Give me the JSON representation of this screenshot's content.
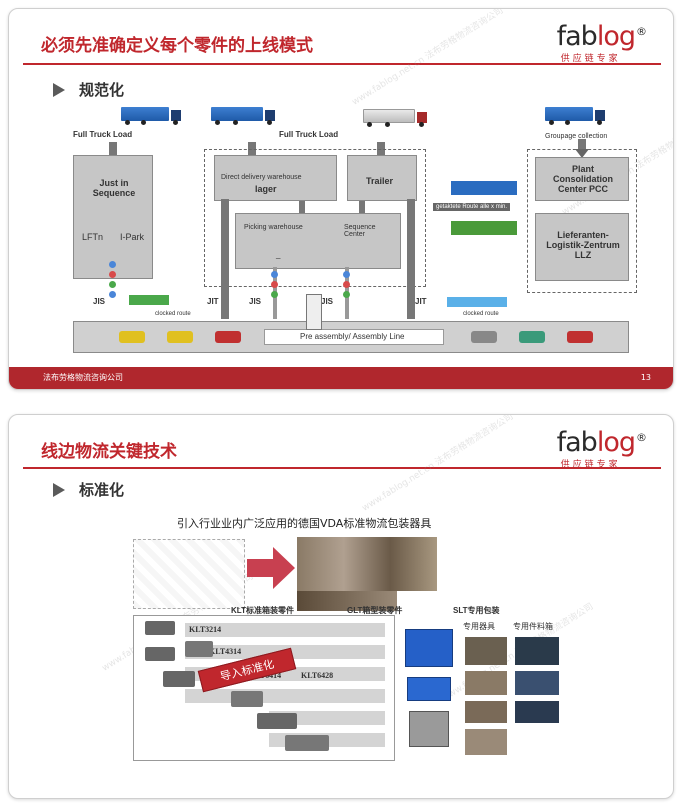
{
  "slide1": {
    "title": "必须先准确定义每个零件的上线模式",
    "section": "规范化",
    "logo": {
      "brand_a": "fab",
      "brand_b": "log",
      "reg": "®",
      "tagline": "供应链专家"
    },
    "footer_company": "法布劳格物流咨询公司",
    "page_number": "13",
    "labels": {
      "full_truck_left": "Full Truck Load",
      "full_truck_mid": "Full Truck Load",
      "groupage": "Groupage collection",
      "jis_box_title": "Just in Sequence",
      "lftn": "LFTn",
      "ipark": "I-Park",
      "direct_delivery": "Direct delivery warehouse",
      "lager": "lager",
      "trailer": "Trailer",
      "picking": "Picking warehouse",
      "sequence_center": "Sequence Center",
      "dash": "_",
      "plant_consolidation": "Plant Consolidation Center PCC",
      "lieferanten": "Lieferanten-Logistik-Zentrum LLZ",
      "getaktete": "getaktete Route alle x min.",
      "clocked_route_left": "clocked route",
      "clocked_route_right": "clocked route",
      "jis_1": "JIS",
      "jit_1": "JIT",
      "jis_2": "JIS",
      "jis_3": "JIS",
      "jit_2": "JIT",
      "pre_assembly": "Pre assembly/ Assembly Line"
    }
  },
  "slide2": {
    "title": "线边物流关键技术",
    "section": "标准化",
    "logo": {
      "brand_a": "fab",
      "brand_b": "log",
      "reg": "®",
      "tagline": "供应链专家"
    },
    "intro": "引入行业业内广泛应用的德国VDA标准物流包装器具",
    "labels": {
      "klt": "KLT标准箱装零件",
      "glt": "GLT箱型装零件",
      "slt": "SLT专用包装",
      "special_device": "专用器具",
      "special_bin": "专用件料箱",
      "klt3214": "KLT3214",
      "klt4314": "KLT4314",
      "klt6414": "KLT6414",
      "klt6428": "KLT6428",
      "banner": "导入标准化"
    }
  },
  "watermark": "www.fablog.net.cn 法布劳格物流咨询公司",
  "colors": {
    "accent": "#c0272d",
    "footer": "#b0272d",
    "box_gray": "#c6c6c6",
    "truck_blue": "#2a6cc0"
  }
}
